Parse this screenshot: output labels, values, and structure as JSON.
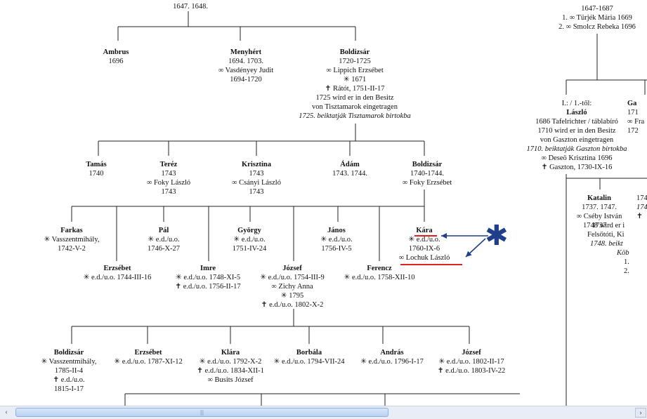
{
  "persons": [
    {
      "id": "top-dates",
      "lines": [
        "1647. 1648."
      ]
    },
    {
      "id": "ambrus",
      "name": "Ambrus",
      "lines": [
        "1696"
      ]
    },
    {
      "id": "menyhert",
      "name": "Menyhért",
      "lines": [
        "1694. 1703.",
        "∞ Vasdényey Judit",
        "1694-1720"
      ]
    },
    {
      "id": "boldizsar-1",
      "name": "Boldizsár",
      "lines": [
        "1720-1725",
        "∞ Lippich Erzsébet",
        "✳ 1671",
        "✝ Rátót, 1751-II-17",
        "1725 wird er in den Besitz",
        "von Tisztamarok eingetragen",
        "1725. beiktatják Tisztamarok birtokba"
      ]
    },
    {
      "id": "tamas",
      "name": "Tamás",
      "lines": [
        "1740"
      ]
    },
    {
      "id": "terez",
      "name": "Teréz",
      "lines": [
        "1743",
        "∞ Foky László",
        "1743"
      ]
    },
    {
      "id": "krisztina",
      "name": "Krisztina",
      "lines": [
        "1743",
        "∞ Csányi László",
        "1743"
      ]
    },
    {
      "id": "adam",
      "name": "Ádám",
      "lines": [
        "1743. 1744."
      ]
    },
    {
      "id": "boldizsar-2",
      "name": "Boldizsár",
      "lines": [
        "1740-1744.",
        "∞ Foky Erzsébet"
      ]
    },
    {
      "id": "farkas",
      "name": "Farkas",
      "lines": [
        "✳ Vasszentmihály,",
        "1742-V-2"
      ]
    },
    {
      "id": "pal",
      "name": "Pál",
      "lines": [
        "✳ e.d./u.o.",
        "1746-X-27"
      ]
    },
    {
      "id": "gyorgy",
      "name": "György",
      "lines": [
        "✳ e.d./u.o.",
        "1751-IV-24"
      ]
    },
    {
      "id": "janos",
      "name": "János",
      "lines": [
        "✳ e.d./u.o.",
        "1756-IV-5"
      ]
    },
    {
      "id": "kara",
      "name": "Kára",
      "lines": [
        "✳ e.d./u.o.",
        "1760-IX-6",
        "∞ Lochuk László"
      ]
    },
    {
      "id": "erzsebet-1",
      "name": "Erzsébet",
      "lines": [
        "✳ e.d./u.o. 1744-III-16"
      ]
    },
    {
      "id": "imre",
      "name": "Imre",
      "lines": [
        "✳ e.d./u.o. 1748-XI-5",
        "✝ e.d./u.o. 1756-II-17"
      ]
    },
    {
      "id": "jozsef-1",
      "name": "József",
      "lines": [
        "✳ e.d./u.o. 1754-III-9",
        "∞ Zichy Anna",
        "✳ 1795",
        "✝ e.d./u.o. 1802-X-2"
      ]
    },
    {
      "id": "ferencz",
      "name": "Ferencz",
      "lines": [
        "✳ e.d./u.o. 1758-XII-10"
      ]
    },
    {
      "id": "boldizsar-3",
      "name": "Boldizsár",
      "lines": [
        "✳ Vasszentmihály,",
        "1785-II-4",
        "✝ e.d./u.o.",
        "1815-I-17"
      ]
    },
    {
      "id": "erzsebet-2",
      "name": "Erzsébet",
      "lines": [
        "✳ e.d./u.o. 1787-XI-12"
      ]
    },
    {
      "id": "klara",
      "name": "Klára",
      "lines": [
        "✳ e.d./u.o. 1792-X-2",
        "✝ e.d./u.o. 1834-XII-1",
        "∞ Busits József"
      ]
    },
    {
      "id": "borbala",
      "name": "Borbála",
      "lines": [
        "✳ e.d./u.o. 1794-VII-24"
      ]
    },
    {
      "id": "andras",
      "name": "András",
      "lines": [
        "✳ e.d./u.o. 1796-I-17"
      ]
    },
    {
      "id": "jozsef-2",
      "name": "József",
      "lines": [
        "✳ e.d./u.o. 1802-II-17",
        "✝ e.d./u.o. 1803-IV-22"
      ]
    },
    {
      "id": "right-top",
      "lines": [
        "1647-1687",
        "1. ∞ Türjék Mária  1669",
        "2. ∞ Smolcz Rebeka  1696"
      ]
    },
    {
      "id": "laszlo",
      "name": "László",
      "lines": [
        "I.: / 1.-től:",
        "1686 Tafelrichter / táblabíró",
        "1710 wird er in den Besitz",
        "von Gaszton eingetragen",
        "1710. beiktatják Gaszton birtokba",
        "∞ Deseö Krisztina  1696",
        "✝ Gaszton, 1730-IX-16"
      ]
    },
    {
      "id": "right-edge-1",
      "lines": [
        "Ga",
        "171",
        "∞ Fra",
        "172"
      ]
    },
    {
      "id": "katalin",
      "name": "Katalin",
      "lines": [
        "1737. 1747.",
        "∞ Cséby István",
        "1737"
      ]
    },
    {
      "id": "right-edge-2",
      "lines": [
        "174",
        "174",
        "✝",
        "1748 wird er i",
        "Felsőtóti, Ki",
        "1748. beikt",
        "Köb",
        "1.",
        "2."
      ]
    }
  ],
  "annotation": {
    "symbol": "✱"
  },
  "scrollbar": {
    "left_arrow": "‹",
    "right_arrow": "›",
    "grip": "|||"
  }
}
